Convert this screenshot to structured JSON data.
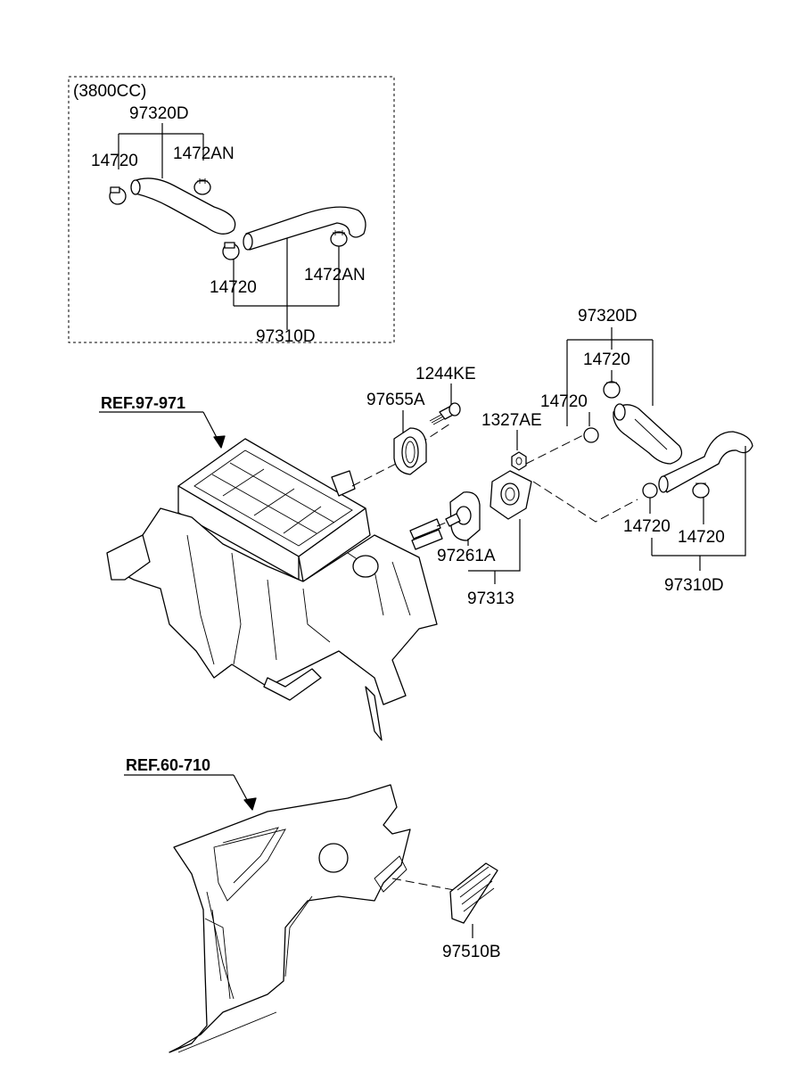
{
  "inset": {
    "variant": "(3800CC)",
    "hose_upper": "97320D",
    "hose_lower": "97310D",
    "clamp_upper_left": "14720",
    "clamp_upper_right": "1472AN",
    "clamp_lower_left": "14720",
    "clamp_lower_right": "1472AN"
  },
  "main": {
    "ref_heater": "REF.97-971",
    "screw": "1244KE",
    "grommet": "97655A",
    "nut": "1327AE",
    "gasket": "97261A",
    "plate_assy": "97313",
    "hose_upper": "97320D",
    "hose_lower": "97310D",
    "clamp_a": "14720",
    "clamp_b": "14720",
    "clamp_c": "14720",
    "clamp_d": "14720"
  },
  "lower": {
    "ref_panel": "REF.60-710",
    "vent": "97510B"
  }
}
